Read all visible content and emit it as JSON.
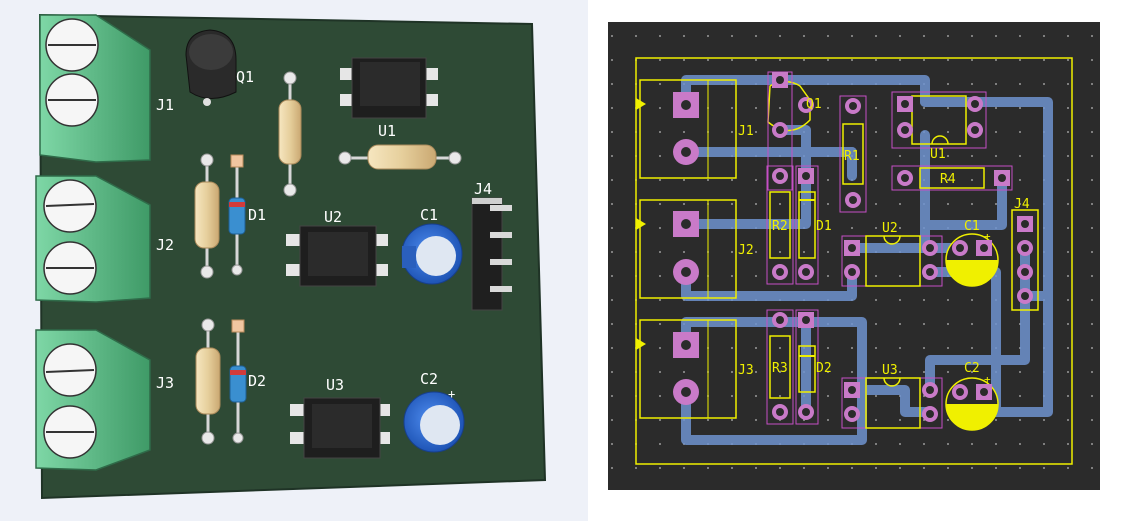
{
  "colors": {
    "board_3d": "#2e4a35",
    "board_pcb": "#2b2b2b",
    "silk": "#f0f000",
    "track": "#6f93cf",
    "pad": "#c97ac8",
    "fab": "#c64fc6",
    "terminal": "#5fbf8a",
    "screw": "#f6f6f6",
    "resistor_body": "#ecd7a9",
    "cap_body": "#2d6ed8",
    "ic_body": "#1e1e1e",
    "label_3d": "#ffffff",
    "label_pcb": "#f0f000"
  },
  "view_3d": {
    "labels": {
      "q1": "Q1",
      "u1": "U1",
      "j1": "J1",
      "j2": "J2",
      "j3": "J3",
      "j4": "J4",
      "d1": "D1",
      "d2": "D2",
      "u2": "U2",
      "u3": "U3",
      "c1": "C1",
      "c2": "C2",
      "c2_plus": "+"
    }
  },
  "view_pcb": {
    "labels": {
      "j1": "J1",
      "j2": "J2",
      "j3": "J3",
      "j4": "J4",
      "q1": "Q1",
      "r1": "R1",
      "u1": "U1",
      "r4": "R4",
      "r2": "R2",
      "d1": "D1",
      "u2": "U2",
      "c1": "C1",
      "r3": "R3",
      "d2": "D2",
      "u3": "U3",
      "c2": "C2",
      "c1_plus": "+",
      "c2_plus": "+"
    }
  }
}
